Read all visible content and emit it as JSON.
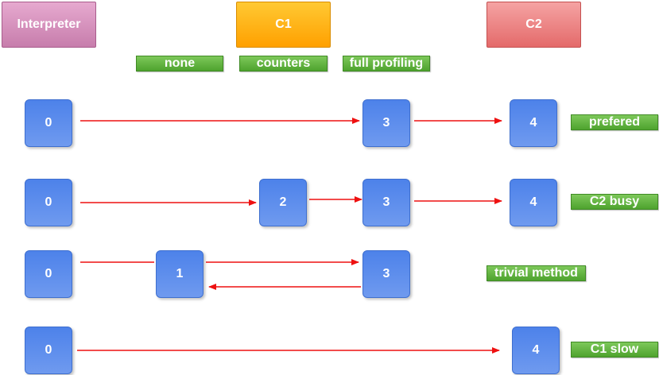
{
  "headers": {
    "interpreter": "Interpreter",
    "c1": "C1",
    "c2": "C2"
  },
  "profiling_tags": {
    "none": "none",
    "counters": "counters",
    "full": "full profiling"
  },
  "scenarios": [
    {
      "label": "prefered",
      "levels": [
        "0",
        "3",
        "4"
      ]
    },
    {
      "label": "C2 busy",
      "levels": [
        "0",
        "2",
        "3",
        "4"
      ]
    },
    {
      "label": "trivial method",
      "levels": [
        "0",
        "1",
        "3"
      ]
    },
    {
      "label": "C1 slow",
      "levels": [
        "0",
        "4"
      ]
    }
  ],
  "colors": {
    "arrow": "#ee1111",
    "node": "#5b8ded",
    "tag": "#5db33a"
  }
}
